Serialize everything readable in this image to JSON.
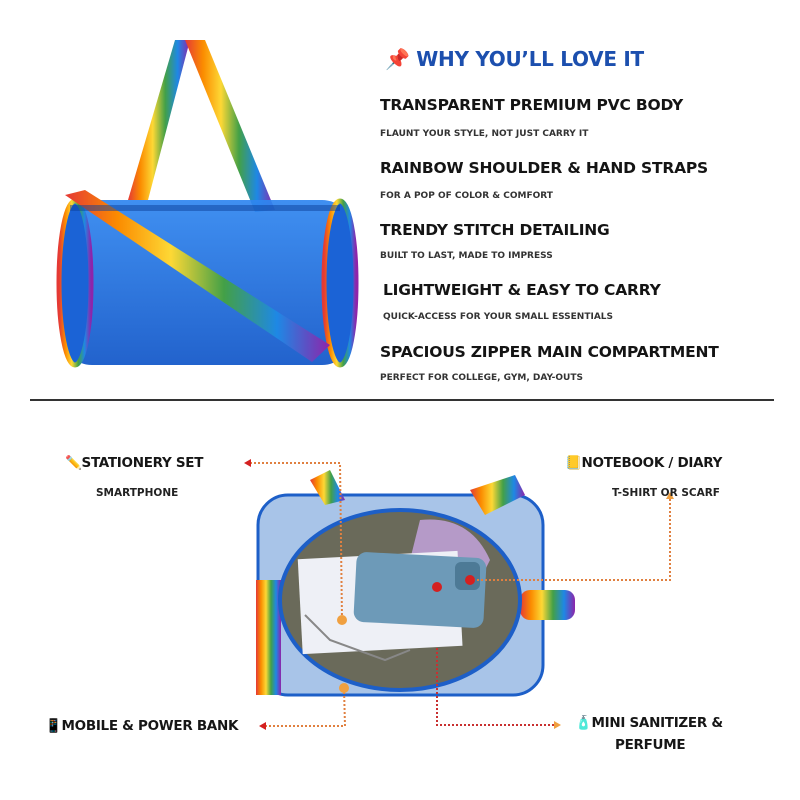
{
  "header": {
    "icon": "pushpin-icon",
    "title": "WHY YOU’LL LOVE IT"
  },
  "features": [
    {
      "title": "TRANSPARENT PREMIUM PVC BODY",
      "subtitle": "FLAUNT YOUR STYLE, NOT JUST CARRY IT"
    },
    {
      "title": "RAINBOW SHOULDER & HAND STRAPS",
      "subtitle": "FOR A POP OF COLOR & COMFORT"
    },
    {
      "title": "TRENDY STITCH DETAILING",
      "subtitle": "BUILT TO LAST, MADE TO IMPRESS"
    },
    {
      "title": "LIGHTWEIGHT & EASY TO CARRY",
      "subtitle": "QUICK-ACCESS FOR YOUR SMALL ESSENTIALS"
    },
    {
      "title": "SPACIOUS ZIPPER MAIN COMPARTMENT",
      "subtitle": "PERFECT FOR COLLEGE, GYM, DAY-OUTS"
    }
  ],
  "callouts": {
    "stationery": {
      "icon": "pencil-icon",
      "label": "STATIONERY SET",
      "sub": "SMARTPHONE"
    },
    "notebook": {
      "icon": "notebook-icon",
      "label": "NOTEBOOK / DIARY",
      "sub": "T-SHIRT OR SCARF"
    },
    "mobile": {
      "icon": "mobile-phone-icon",
      "label": "MOBILE & POWER BANK"
    },
    "sanitizer": {
      "icon": "lotion-bottle-icon",
      "label": "MINI SANITIZER &",
      "label2": "PERFUME"
    }
  },
  "colors": {
    "accent": "#1c4fae",
    "bag": "#1565d8",
    "leader_red": "#d42020",
    "leader_orange": "#f0a040"
  }
}
